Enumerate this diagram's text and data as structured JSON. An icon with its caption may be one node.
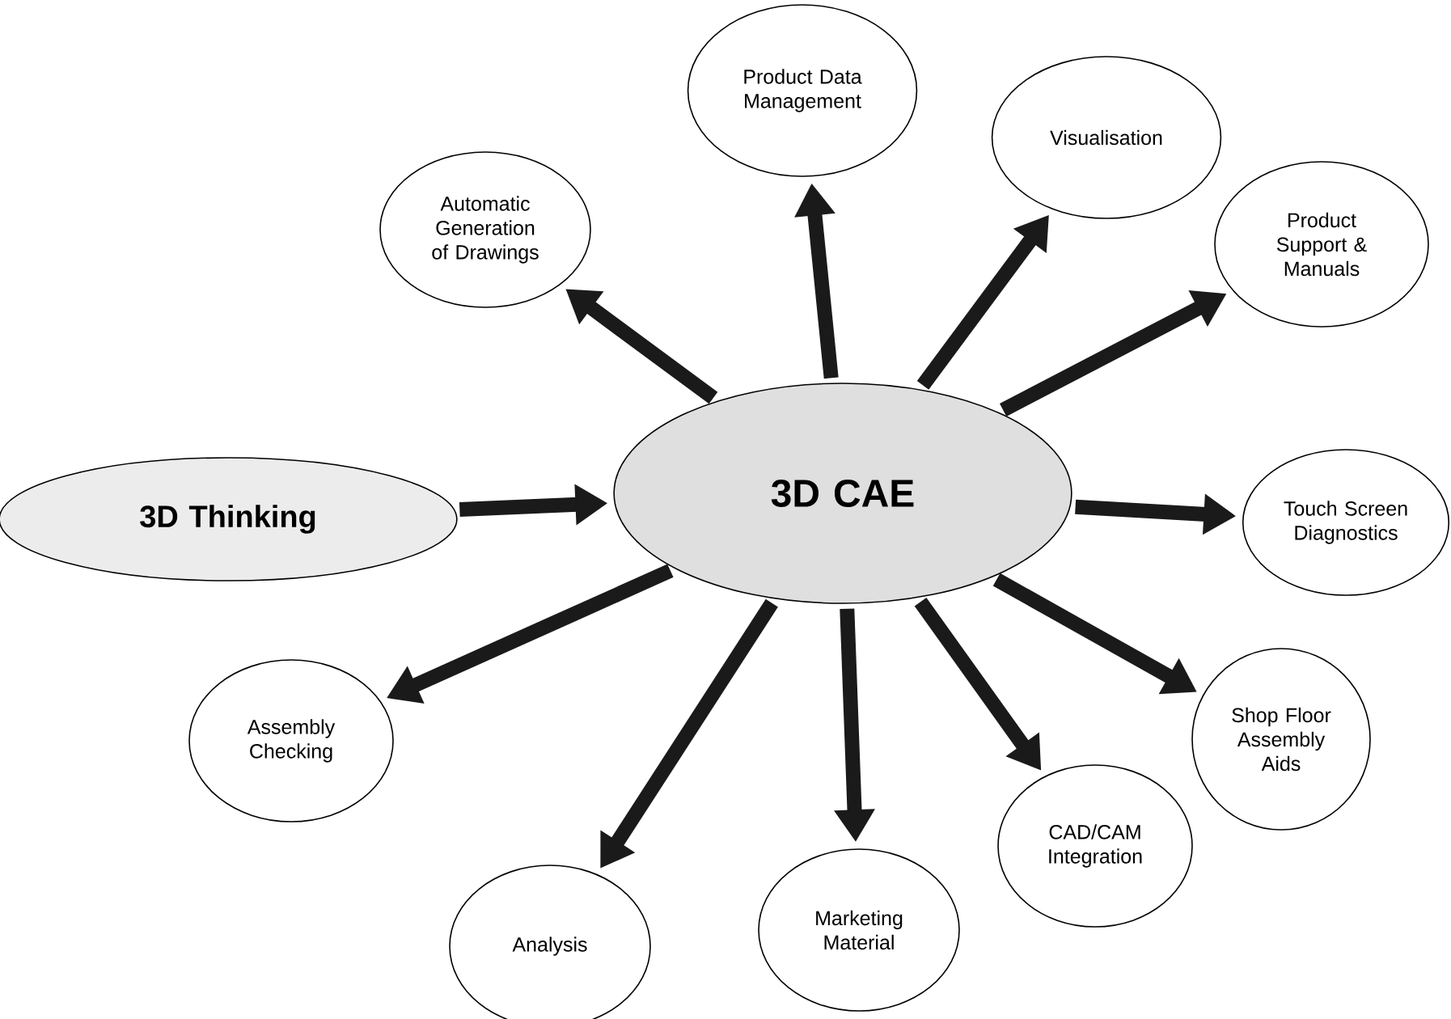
{
  "diagram": {
    "nodes": [
      {
        "text": [
          "3D Thinking"
        ]
      },
      {
        "text": [
          "3D CAE"
        ]
      },
      {
        "text": [
          "Automatic Generation of Drawings"
        ]
      },
      {
        "text": [
          "Product Data Management"
        ]
      },
      {
        "text": [
          "Visualisation"
        ]
      },
      {
        "text": [
          "Product Support & Manuals"
        ]
      },
      {
        "text": [
          "Touch Screen Diagnostics"
        ]
      },
      {
        "text": [
          "Shop Floor Assembly Aids"
        ]
      },
      {
        "text": [
          "CAD/CAM Integration"
        ]
      },
      {
        "text": [
          "Marketing Material"
        ]
      },
      {
        "text": [
          "Analysis"
        ]
      },
      {
        "text": [
          "Assembly Checking"
        ]
      }
    ],
    "edges": [
      {
        "from": 0,
        "to": 1,
        "arrow": "to"
      },
      {
        "from": 1,
        "to": 2,
        "arrow": "to"
      },
      {
        "from": 1,
        "to": 3,
        "arrow": "to"
      },
      {
        "from": 1,
        "to": 4,
        "arrow": "to"
      },
      {
        "from": 1,
        "to": 5,
        "arrow": "to"
      },
      {
        "from": 1,
        "to": 6,
        "arrow": "to"
      },
      {
        "from": 1,
        "to": 7,
        "arrow": "to"
      },
      {
        "from": 1,
        "to": 8,
        "arrow": "to"
      },
      {
        "from": 1,
        "to": 9,
        "arrow": "to"
      },
      {
        "from": 1,
        "to": 10,
        "arrow": "to"
      },
      {
        "from": 1,
        "to": 11,
        "arrow": "to"
      }
    ]
  }
}
